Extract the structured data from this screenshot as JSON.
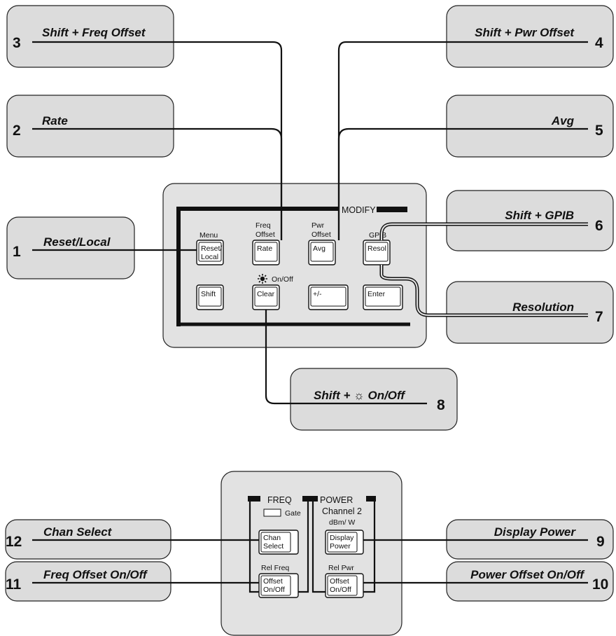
{
  "callouts": [
    {
      "number": "3",
      "label": "Shift + Freq Offset"
    },
    {
      "number": "2",
      "label": "Rate"
    },
    {
      "number": "1",
      "label": "Reset/Local"
    },
    {
      "number": "4",
      "label": "Shift + Pwr Offset"
    },
    {
      "number": "5",
      "label": "Avg"
    },
    {
      "number": "6",
      "label": "Shift + GPIB"
    },
    {
      "number": "7",
      "label": "Resolution"
    },
    {
      "number": "8",
      "label_prefix": "Shift + ",
      "label_suffix": " On/Off"
    },
    {
      "number": "12",
      "label": "Chan Select"
    },
    {
      "number": "11",
      "label": "Freq Offset On/Off"
    },
    {
      "number": "9",
      "label": "Display Power"
    },
    {
      "number": "10",
      "label": "Power Offset On/Off"
    }
  ],
  "modify_panel": {
    "title": "MODIFY",
    "top_labels": [
      "Menu",
      "Freq",
      "Offset",
      "Pwr",
      "Offset",
      "GPIB"
    ],
    "on_off_label": "On/Off",
    "buttons": [
      {
        "line1": "Reset/",
        "line2": "Local"
      },
      {
        "line1": "Rate"
      },
      {
        "line1": "Avg"
      },
      {
        "line1": "Resol"
      },
      {
        "line1": "Shift"
      },
      {
        "line1": "Clear"
      },
      {
        "line1": "+/-"
      },
      {
        "line1": "Enter"
      }
    ]
  },
  "freq_power_panel": {
    "freq_title": "FREQ",
    "power_title": "POWER",
    "gate_label": "Gate",
    "channel_label": "Channel 2",
    "unit_label": "dBm/ W",
    "rel_freq_label": "Rel Freq",
    "rel_pwr_label": "Rel Pwr",
    "buttons": [
      {
        "line1": "Chan",
        "line2": "Select"
      },
      {
        "line1": "Display",
        "line2": "Power"
      },
      {
        "line1": "Offset",
        "line2": "On/Off"
      },
      {
        "line1": "Offset",
        "line2": "On/Off"
      }
    ]
  },
  "colors": {
    "callout_fill": "#dcdcdc",
    "panel_fill": "#e2e2e2",
    "line": "#111111"
  },
  "icons": [
    "sun-icon"
  ]
}
